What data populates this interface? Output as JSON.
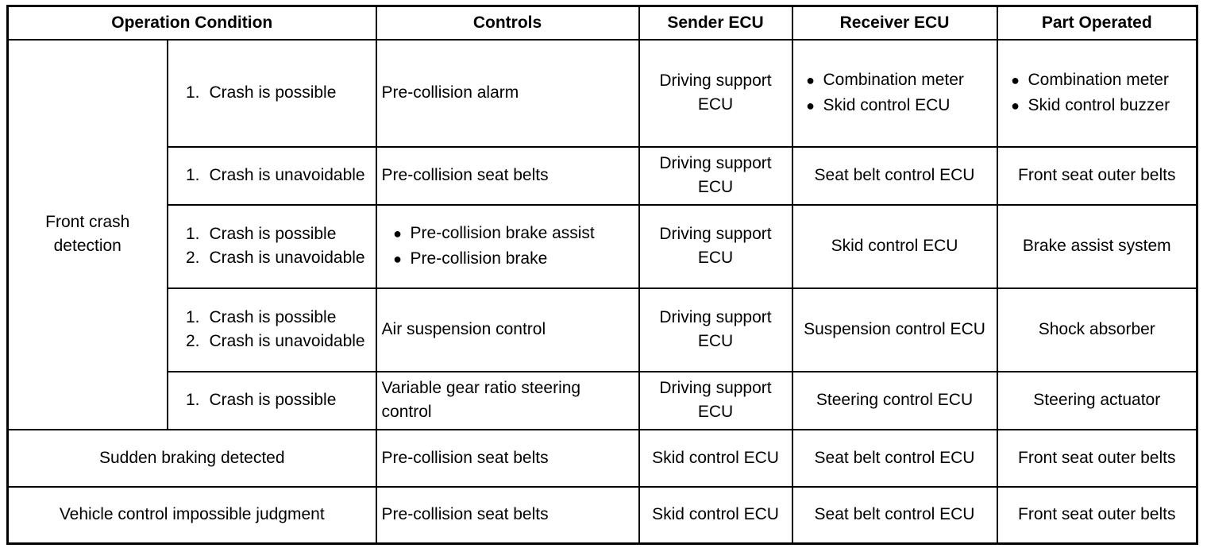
{
  "headers": {
    "operation_condition": "Operation Condition",
    "controls": "Controls",
    "sender_ecu": "Sender ECU",
    "receiver_ecu": "Receiver ECU",
    "part_operated": "Part Operated"
  },
  "front_crash_label": "Front crash detection",
  "rows": [
    {
      "cond": [
        "Crash is possible"
      ],
      "controls": "Pre-collision alarm",
      "sender": "Driving support ECU",
      "receiver": [
        "Combination meter",
        "Skid control ECU"
      ],
      "part": [
        "Combination meter",
        "Skid control buzzer"
      ]
    },
    {
      "cond": [
        "Crash is unavoidable"
      ],
      "controls": "Pre-collision seat belts",
      "sender": "Driving support ECU",
      "receiver": "Seat belt control ECU",
      "part": "Front seat outer belts"
    },
    {
      "cond": [
        "Crash is possible",
        "Crash is unavoidable"
      ],
      "controls": [
        "Pre-collision brake assist",
        "Pre-collision brake"
      ],
      "sender": "Driving support ECU",
      "receiver": "Skid control ECU",
      "part": "Brake assist system"
    },
    {
      "cond": [
        "Crash is possible",
        "Crash is unavoidable"
      ],
      "controls": "Air suspension control",
      "sender": "Driving support ECU",
      "receiver": "Suspension control ECU",
      "part": "Shock absorber"
    },
    {
      "cond": [
        "Crash is possible"
      ],
      "controls": "Variable gear ratio steering control",
      "sender": "Driving support ECU",
      "receiver": "Steering control ECU",
      "part": "Steering actuator"
    }
  ],
  "sudden_braking": {
    "label": "Sudden braking detected",
    "controls": "Pre-collision seat belts",
    "sender": "Skid control ECU",
    "receiver": "Seat belt control ECU",
    "part": "Front seat outer belts"
  },
  "vehicle_control": {
    "label": "Vehicle control impossible judgment",
    "controls": "Pre-collision seat belts",
    "sender": "Skid control ECU",
    "receiver": "Seat belt control ECU",
    "part": "Front seat outer belts"
  },
  "list_markers": {
    "one": "1.",
    "two": "2.",
    "bullet": "●"
  }
}
